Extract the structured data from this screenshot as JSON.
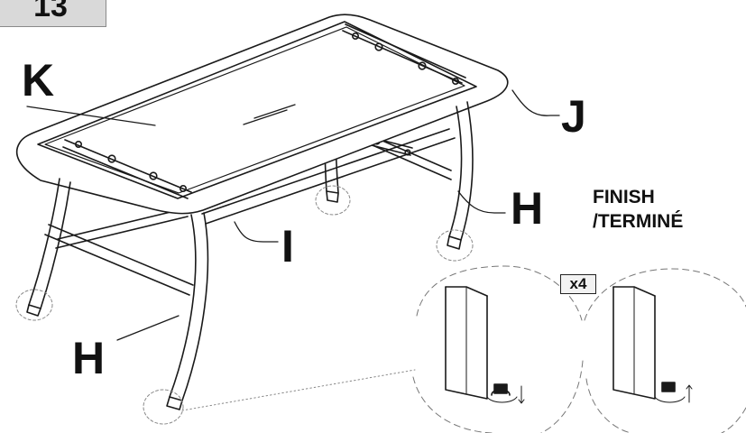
{
  "step": {
    "number": "13"
  },
  "parts": {
    "K": "K",
    "J": "J",
    "I": "I",
    "H_right": "H",
    "H_left": "H"
  },
  "finish": {
    "line1": "FINISH",
    "line2": "/TERMINÉ"
  },
  "quantity": "x4",
  "colors": {
    "line": "#1a1a1a",
    "step_box": "#d9d9d9",
    "callout_dash": "#888888"
  }
}
